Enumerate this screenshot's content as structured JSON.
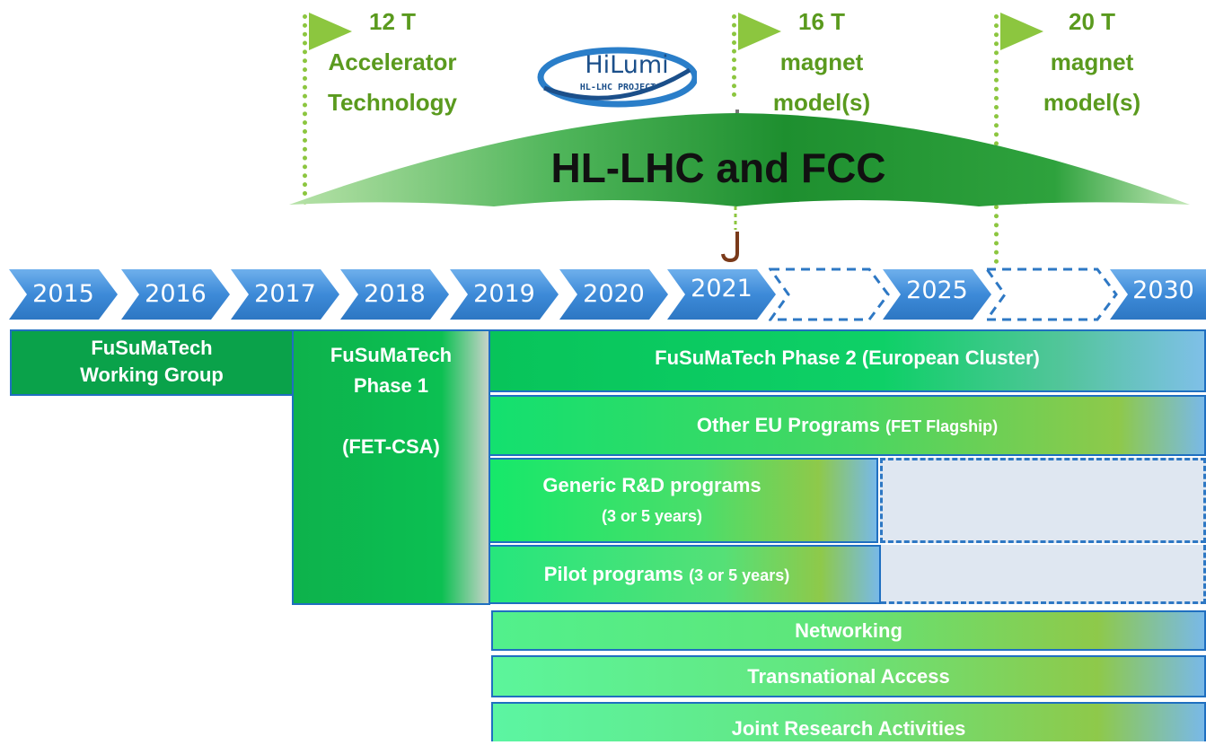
{
  "milestones": [
    {
      "line1": "12 T",
      "line2": "Accelerator",
      "line3": "Technology"
    },
    {
      "line1": "16 T",
      "line2": "magnet",
      "line3": "model(s)"
    },
    {
      "line1": "20 T",
      "line2": "magnet",
      "line3": "model(s)"
    }
  ],
  "logo": {
    "text": "HiLumi",
    "subtext": "HL-LHC PROJECT"
  },
  "umbrella": {
    "title": "HL-LHC and FCC"
  },
  "timeline": {
    "years": [
      "2015",
      "2016",
      "2017",
      "2018",
      "2019",
      "2020",
      "2021",
      "",
      "2025",
      "",
      "2030"
    ]
  },
  "bars": {
    "working_group": {
      "line1": "FuSuMaTech",
      "line2": "Working Group"
    },
    "phase1": {
      "line1": "FuSuMaTech",
      "line2": "Phase 1",
      "line3": "(FET-CSA)"
    },
    "phase2": {
      "label": "FuSuMaTech  Phase 2 (European Cluster)"
    },
    "other_eu": {
      "label": "Other EU Programs",
      "sub": "(FET Flagship)"
    },
    "generic_rd": {
      "line1": "Generic R&D programs",
      "line2": "(3 or 5 years)"
    },
    "pilot": {
      "label": "Pilot programs",
      "sub": "(3 or 5 years)"
    },
    "networking": {
      "label": "Networking"
    },
    "transnational": {
      "label": "Transnational  Access"
    },
    "jra": {
      "label": "Joint Research Activities"
    }
  },
  "colors": {
    "milestone": "#8cc63f",
    "chevron": "#4a90d9",
    "dashed": "#2e78c4",
    "umbrella": "#2e9a3a"
  }
}
